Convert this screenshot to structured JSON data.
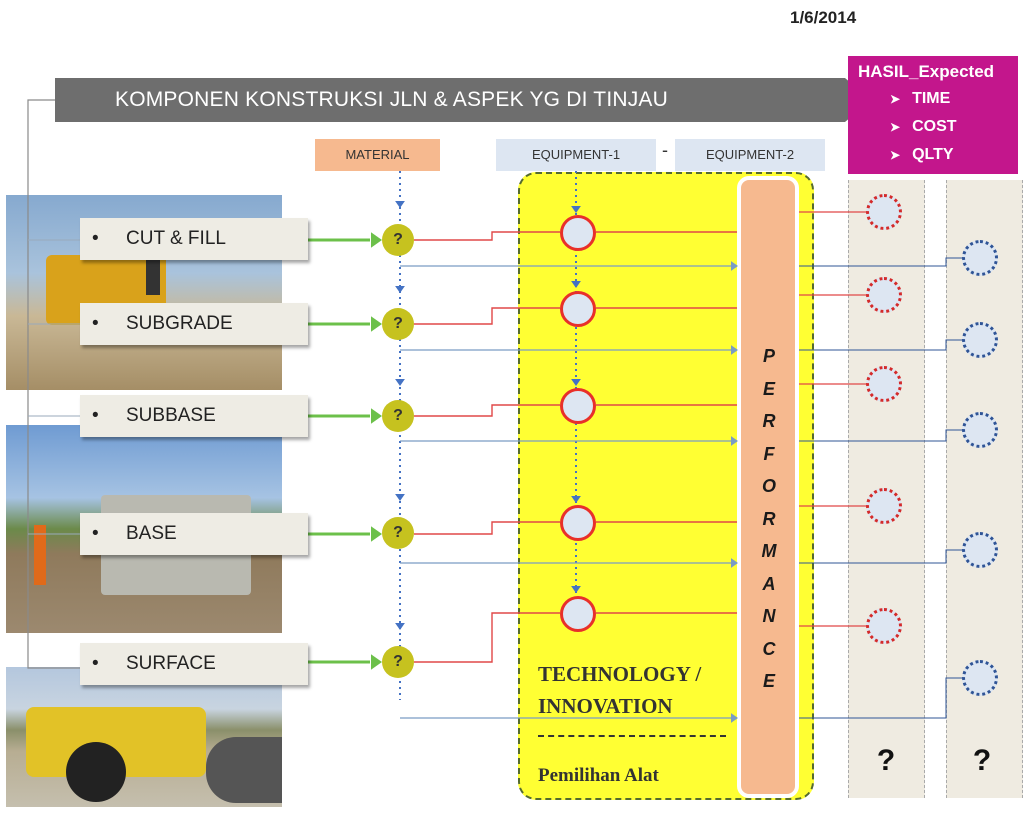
{
  "header": {
    "date": "1/6/2014",
    "banner_title": "KOMPONEN KONSTRUKSI JLN & ASPEK YG DI TINJAU"
  },
  "expected": {
    "title": "HASIL_Expected",
    "items": [
      "TIME",
      "COST",
      "QLTY"
    ]
  },
  "columns": {
    "material": "MATERIAL",
    "equipment_1": "EQUIPMENT-1",
    "separator": "-",
    "equipment_2": "EQUIPMENT-2"
  },
  "components": [
    {
      "bullet": "•",
      "label": "CUT & FILL"
    },
    {
      "bullet": "•",
      "label": "SUBGRADE"
    },
    {
      "bullet": "•",
      "label": "SUBBASE"
    },
    {
      "bullet": "•",
      "label": "BASE"
    },
    {
      "bullet": "•",
      "label": "SURFACE"
    }
  ],
  "material_node_label": "?",
  "performance_label": "PERFORMANCE",
  "technology": {
    "line1": "TECHNOLOGY /",
    "line2": "INNOVATION",
    "note": "Pemilihan Alat"
  },
  "result_columns": [
    {
      "question": "?"
    },
    {
      "question": "?"
    }
  ],
  "colors": {
    "banner": "#6e6e6e",
    "expected_bg": "#c3168c",
    "material_header": "#f6b98f",
    "equipment_header": "#dde6f2",
    "panel": "#ffff33",
    "performance": "#f6b98f",
    "material_node": "#c6c21f",
    "flow_arrow": "#6cc04a",
    "equipment_line": "#e04848",
    "result_line": "#2f5496"
  }
}
